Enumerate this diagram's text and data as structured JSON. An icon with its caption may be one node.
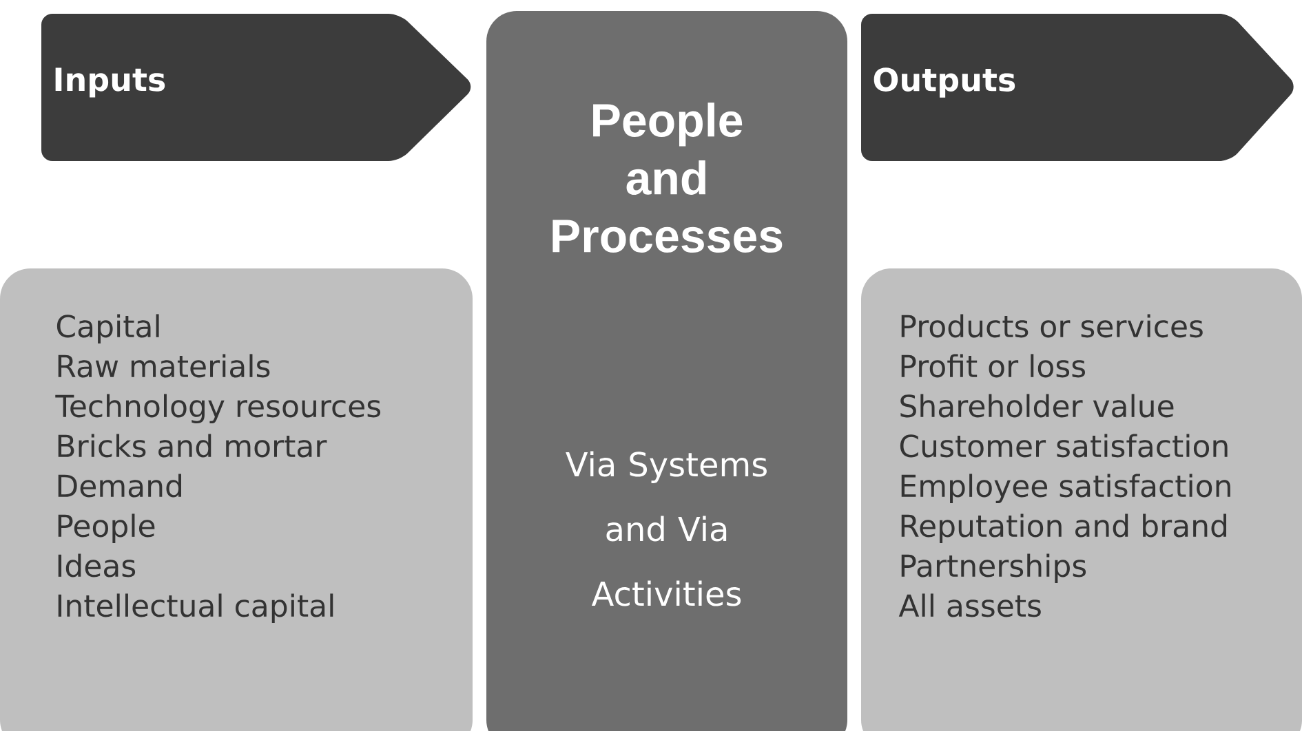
{
  "diagram": {
    "nodes": [
      {
        "text": [
          "Inputs"
        ]
      },
      {
        "text": [
          "People and Processes",
          "Via Systems and Via Activities"
        ]
      },
      {
        "text": [
          "Outputs"
        ]
      },
      {
        "text": [
          "Capital",
          "Raw materials",
          "Technology resources",
          "Bricks and mortar",
          "Demand",
          "People",
          "Ideas",
          "Intellectual capital"
        ]
      },
      {
        "text": [
          "Products or services",
          "Profit or loss",
          "Shareholder value",
          "Customer satisfaction",
          "Employee satisfaction",
          "Reputation and brand",
          "Partnerships",
          "All assets"
        ]
      }
    ]
  }
}
